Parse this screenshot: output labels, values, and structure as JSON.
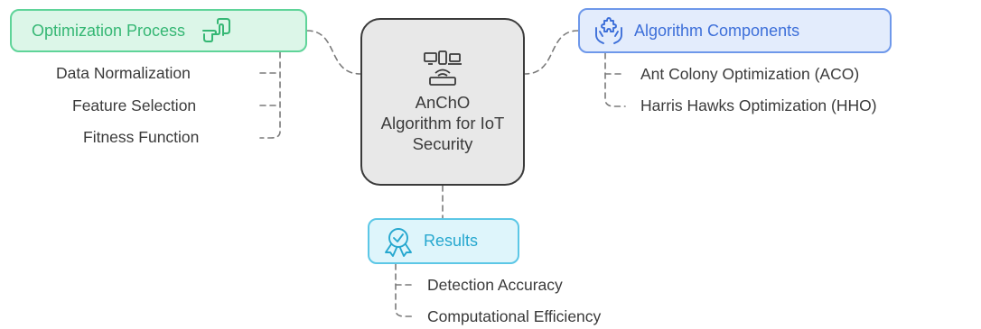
{
  "center": {
    "title": "AnChO Algorithm for IoT Security",
    "icon": "devices-router-icon"
  },
  "optimization_process": {
    "label": "Optimization Process",
    "icon": "pointing-hand-icon",
    "color": "#35b774",
    "items": [
      "Data Normalization",
      "Feature Selection",
      "Fitness Function"
    ]
  },
  "algorithm_components": {
    "label": "Algorithm Components",
    "icon": "puzzle-hands-icon",
    "color": "#3d6fd9",
    "items": [
      "Ant Colony Optimization (ACO)",
      "Harris Hawks Optimization (HHO)"
    ]
  },
  "results": {
    "label": "Results",
    "icon": "badge-check-icon",
    "color": "#27a8cf",
    "items": [
      "Detection Accuracy",
      "Computational Efficiency"
    ]
  }
}
